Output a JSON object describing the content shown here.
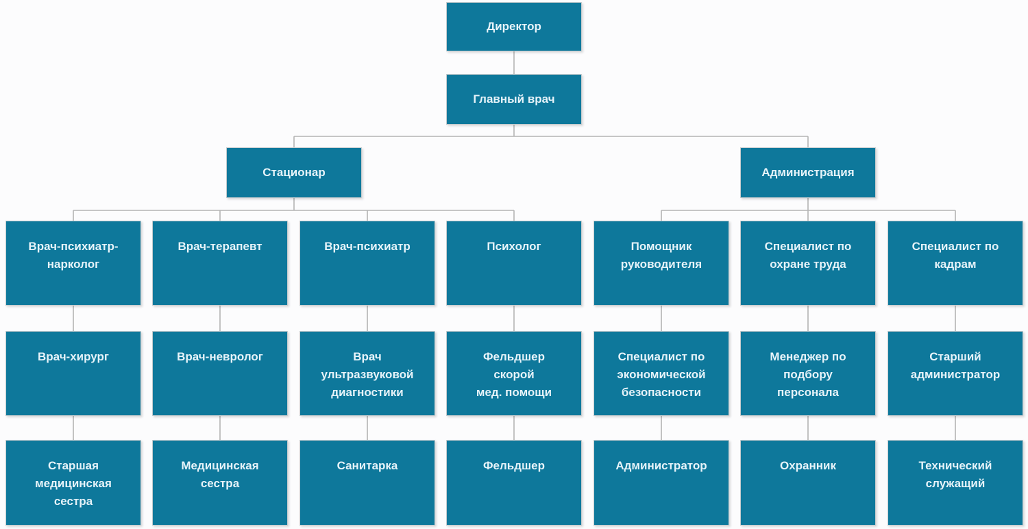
{
  "diagram": {
    "type": "org_chart",
    "language": "ru",
    "colors": {
      "node_fill": "#0e789b",
      "node_text": "#e6f3f9",
      "node_border": "#c6ccce",
      "connector": "#b4b4b4",
      "background": "#fcfcfd"
    },
    "nodes": [
      {
        "id": "director",
        "label": "Директор",
        "parent": null
      },
      {
        "id": "chief-physician",
        "label": "Главный врач",
        "parent": "director"
      },
      {
        "id": "inpatient",
        "label": "Стационар",
        "parent": "chief-physician"
      },
      {
        "id": "administration",
        "label": "Администрация",
        "parent": "chief-physician"
      },
      {
        "id": "psychiatrist-narcologist",
        "label": "Врач-психиатр-\nнарколог",
        "parent": "inpatient"
      },
      {
        "id": "therapist",
        "label": "Врач-терапевт",
        "parent": "inpatient"
      },
      {
        "id": "psychiatrist",
        "label": "Врач-психиатр",
        "parent": "inpatient"
      },
      {
        "id": "psychologist",
        "label": "Психолог",
        "parent": "inpatient"
      },
      {
        "id": "assistant-to-director",
        "label": "Помощник\nруководителя",
        "parent": "administration"
      },
      {
        "id": "labor-safety-specialist",
        "label": "Специалист по\nохране труда",
        "parent": "administration"
      },
      {
        "id": "hr-specialist",
        "label": "Специалист по\nкадрам",
        "parent": "administration"
      },
      {
        "id": "surgeon",
        "label": "Врач-хирург",
        "parent": "psychiatrist-narcologist"
      },
      {
        "id": "neurologist",
        "label": "Врач-невролог",
        "parent": "therapist"
      },
      {
        "id": "ultrasound-doctor",
        "label": "Врач\nультразвуковой\nдиагностики",
        "parent": "psychiatrist"
      },
      {
        "id": "ambulance-paramedic",
        "label": "Фельдшер скорой\nмед. помощи",
        "parent": "psychologist"
      },
      {
        "id": "economic-security-specialist",
        "label": "Специалист по\nэкономической\nбезопасности",
        "parent": "assistant-to-director"
      },
      {
        "id": "recruiting-manager",
        "label": "Менеджер по\nподбору\nперсонала",
        "parent": "labor-safety-specialist"
      },
      {
        "id": "senior-administrator",
        "label": "Старший\nадминистратор",
        "parent": "hr-specialist"
      },
      {
        "id": "head-nurse",
        "label": "Старшая\nмедицинская\nсестра",
        "parent": "surgeon"
      },
      {
        "id": "nurse",
        "label": "Медицинская\nсестра",
        "parent": "neurologist"
      },
      {
        "id": "orderly",
        "label": "Санитарка",
        "parent": "ultrasound-doctor"
      },
      {
        "id": "paramedic",
        "label": "Фельдшер",
        "parent": "ambulance-paramedic"
      },
      {
        "id": "administrator",
        "label": "Администратор",
        "parent": "economic-security-specialist"
      },
      {
        "id": "security-guard",
        "label": "Охранник",
        "parent": "recruiting-manager"
      },
      {
        "id": "technical-worker",
        "label": "Технический\nслужащий",
        "parent": "senior-administrator"
      }
    ]
  }
}
